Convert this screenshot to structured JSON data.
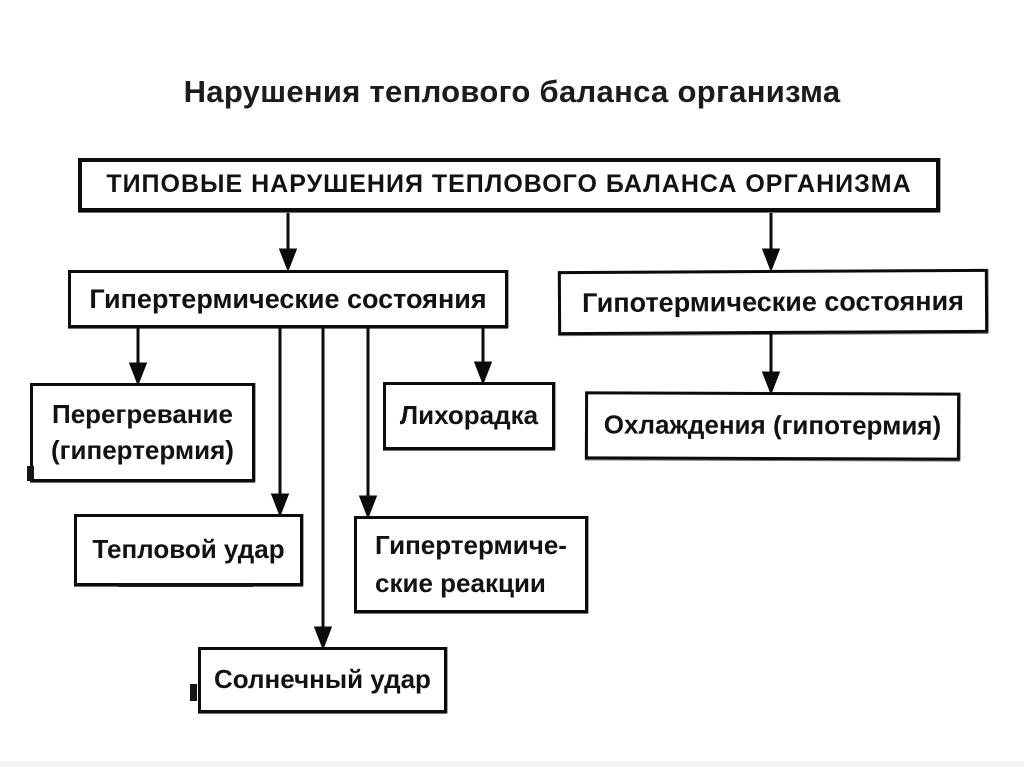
{
  "page": {
    "title": "Нарушения теплового баланса организма"
  },
  "nodes": {
    "root": "ТИПОВЫЕ НАРУШЕНИЯ ТЕПЛОВОГО БАЛАНСА ОРГАНИЗМА",
    "hyperthermic_states": "Гипертермические состояния",
    "hypothermic_states": "Гипотермические состояния",
    "overheating": "Перегревание\n(гипертермия)",
    "fever": "Лихорадка",
    "heat_stroke": "Тепловой удар",
    "hyperthermic_reactions": "Гипертермиче-\nские реакции",
    "sun_stroke": "Солнечный удар",
    "cooling": "Охлаждения (гипотермия)"
  },
  "edges": [
    {
      "from": "root",
      "to": "hyperthermic_states"
    },
    {
      "from": "root",
      "to": "hypothermic_states"
    },
    {
      "from": "hyperthermic_states",
      "to": "overheating"
    },
    {
      "from": "hyperthermic_states",
      "to": "heat_stroke"
    },
    {
      "from": "hyperthermic_states",
      "to": "sun_stroke"
    },
    {
      "from": "hyperthermic_states",
      "to": "hyperthermic_reactions"
    },
    {
      "from": "hyperthermic_states",
      "to": "fever"
    },
    {
      "from": "hypothermic_states",
      "to": "cooling"
    }
  ],
  "colors": {
    "background": "#ffffff",
    "line": "#0b0b0b",
    "text": "#121212",
    "bottom_strip": "#f2f2f2"
  }
}
